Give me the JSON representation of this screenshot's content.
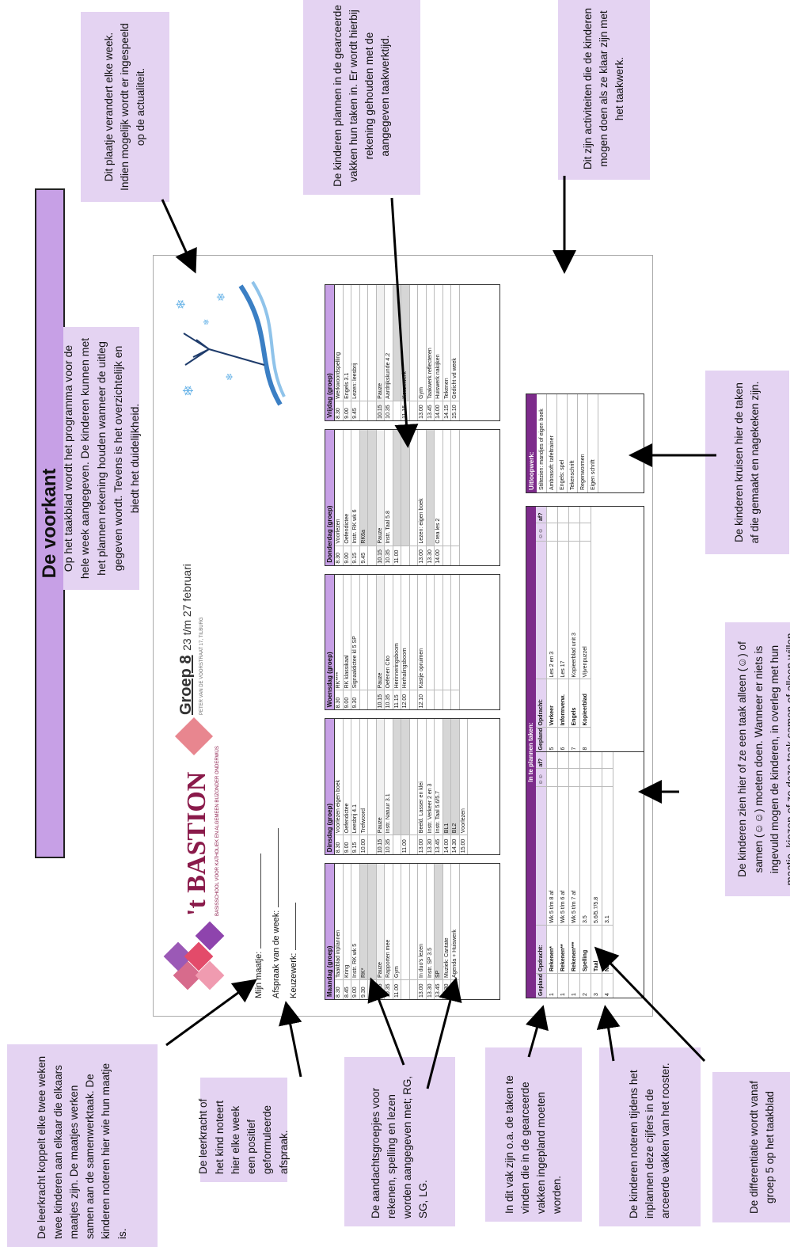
{
  "title": "De voorkant",
  "intro": "Op het taakblad wordt het programma voor de hele week aangegeven. De kinderen kunnen met het plannen rekening houden wanneer de uitleg gegeven wordt. Tevens is het overzichtelijk en biedt het duidelijkheid.",
  "callouts": {
    "plaatje": "Dit plaatje verandert elke week. Indien mogelijk wordt er ingespeeld op de actualiteit.",
    "plannen": "De kinderen plannen in de gearceerde vakken hun taken in. Er wordt hierbij rekening gehouden met de aangegeven taakwerktijd.",
    "uitloop": "Dit zijn activiteiten die de kinderen mogen doen als ze klaar zijn met het taakwerk.",
    "maatje": "De leerkracht koppelt elke twee weken twee kinderen aan elkaar die elkaars maatjes zijn. De maatjes werken samen aan de samenwerktaak. De kinderen noteren hier wie hun maatje is.",
    "afspraak": "De leerkracht of het kind noteert hier elke week een positief geformuleerde afspraak.",
    "aandacht": "De aandachtsgroepjes voor rekenen, spelling en lezen worden aangegeven met; RG, SG, LG.",
    "vak": "In dit vak zijn o.a. de taken te vinden die in de gearceerde vakken ingepland moeten worden.",
    "noteren": "De kinderen noteren tijdens het inplannen deze cijfers in de arceerde vakken van het rooster.",
    "differentiatie": "De differentiatie wordt vanaf groep 5 op het taakblad",
    "samen": "De kinderen zien hier of ze een taak alleen (☺) of samen (☺☺) moeten doen. Wanneer er niets is ingevuld mogen de kinderen, in overleg met hun maatje, kiezen of ze deze taak samen of alleen willen maken.",
    "kruisen": "De kinderen kruisen hier de taken af die gemaakt en nagekeken zijn."
  },
  "sheet": {
    "school": "'t BASTION",
    "school_sub": "BASISSCHOOL VOOR KATHOLIEK EN ALGEMEEN BIJZONDER ONDERWIJS",
    "group": "Groep 8",
    "period": "23 t/m 27 februari",
    "group_sub": "PETER VAN DE VOORSTRAAT 17, TILBURG",
    "fields": [
      "Mijn maatje:",
      "Afspraak van de week:",
      "Keuzewerk:"
    ],
    "days": [
      {
        "name": "Maandag (groep)",
        "rows": [
          {
            "t": "8.30",
            "a": "Taakblad inplannen"
          },
          {
            "t": "8.45",
            "a": "Kring"
          },
          {
            "t": "9.00",
            "a": "Instr. RK wk 5"
          },
          {
            "t": "9.30",
            "a": "RK*",
            "g": true
          },
          {
            "t": "",
            "a": "",
            "g": true
          },
          {
            "t": "10.15",
            "a": "Pauze",
            "b": true
          },
          {
            "t": "10.35",
            "a": "Rapporten mee"
          },
          {
            "t": "11.00",
            "a": "Gym"
          },
          {
            "t": "",
            "a": ""
          },
          {
            "t": "",
            "a": ""
          },
          {
            "t": "13.00",
            "a": "In duo's lezen"
          },
          {
            "t": "13.30",
            "a": "Instr. SP 3.5"
          },
          {
            "t": "13.45",
            "a": "SP",
            "g": true
          },
          {
            "t": "14.30",
            "a": "Muziek: Cantate"
          },
          {
            "t": "15.00",
            "a": "Agenda + Huiswerk"
          }
        ]
      },
      {
        "name": "Dinsdag (groep)",
        "rows": [
          {
            "t": "8.30",
            "a": "Voorlezen eigen boek"
          },
          {
            "t": "9.00",
            "a": "Oefendictee"
          },
          {
            "t": "9.15",
            "a": "Leesbrij 4.1"
          },
          {
            "t": "10.00",
            "a": "Trefwoord"
          },
          {
            "t": "",
            "a": ""
          },
          {
            "t": "10.15",
            "a": "Pauze",
            "b": true
          },
          {
            "t": "10.35",
            "a": "Instr. Natuur 3.1"
          },
          {
            "t": "",
            "a": "",
            "g": true
          },
          {
            "t": "11.00",
            "a": "",
            "g": true
          },
          {
            "t": "",
            "a": ""
          },
          {
            "t": "13.00",
            "a": "Beeld. Lasser en klei"
          },
          {
            "t": "13.30",
            "a": "Instr. Verkeer 2 en 3"
          },
          {
            "t": "13.45",
            "a": "Instr. Taal 5.6/5.7"
          },
          {
            "t": "14.00",
            "a": "BL1",
            "g": true
          },
          {
            "t": "14.30",
            "a": "BL2",
            "g": true
          },
          {
            "t": "15.00",
            "a": "Voorlezen"
          }
        ]
      },
      {
        "name": "Woensdag (groep)",
        "rows": [
          {
            "t": "8.30",
            "a": "RK****"
          },
          {
            "t": "9.00",
            "a": "RK klassikaal"
          },
          {
            "t": "9.30",
            "a": "Signaaldictee kl 5 SP"
          },
          {
            "t": "",
            "a": ""
          },
          {
            "t": "",
            "a": ""
          },
          {
            "t": "10.15",
            "a": "Pauze",
            "b": true
          },
          {
            "t": "10.35",
            "a": "Oefenen Cito"
          },
          {
            "t": "11.15",
            "a": "Herinneringsboom"
          },
          {
            "t": "12.00",
            "a": "Herhalingsboom"
          },
          {
            "t": "",
            "a": ""
          },
          {
            "t": "12.10",
            "a": "Kastje opruimen"
          },
          {
            "t": "",
            "a": ""
          },
          {
            "t": "",
            "a": ""
          },
          {
            "t": "",
            "a": ""
          },
          {
            "t": "",
            "a": ""
          }
        ]
      },
      {
        "name": "Donderdag (groep)",
        "rows": [
          {
            "t": "8.30",
            "a": "Voorlezen"
          },
          {
            "t": "9.00",
            "a": "Oefendictee"
          },
          {
            "t": "9.15",
            "a": "Instr. RK wk 6"
          },
          {
            "t": "9.45",
            "a": "RK6a",
            "g": true
          },
          {
            "t": "",
            "a": "",
            "g": true
          },
          {
            "t": "10.15",
            "a": "Pauze",
            "b": true
          },
          {
            "t": "10.35",
            "a": "Instr. Taal 5.8"
          },
          {
            "t": "11.00",
            "a": "",
            "g": true
          },
          {
            "t": "",
            "a": "",
            "g": true
          },
          {
            "t": "",
            "a": ""
          },
          {
            "t": "13.00",
            "a": "Lezen: eigen boek"
          },
          {
            "t": "13.30",
            "a": "",
            "g": true
          },
          {
            "t": "14.00",
            "a": "Crea les 2"
          },
          {
            "t": "",
            "a": ""
          },
          {
            "t": "",
            "a": ""
          }
        ]
      },
      {
        "name": "Vrijdag (groep)",
        "rows": [
          {
            "t": "8.30",
            "a": "Werkwoordspelling"
          },
          {
            "t": "9.00",
            "a": "Engels 3.1"
          },
          {
            "t": "9.45",
            "a": "Lezen: leesbrij"
          },
          {
            "t": "",
            "a": ""
          },
          {
            "t": "",
            "a": ""
          },
          {
            "t": "10.15",
            "a": "Pauze",
            "b": true
          },
          {
            "t": "10.35",
            "a": "Aardrijkskunde 4.2"
          },
          {
            "t": "",
            "a": "",
            "g": true
          },
          {
            "t": "11.15",
            "a": "Keuzewerk",
            "g": true
          },
          {
            "t": "",
            "a": ""
          },
          {
            "t": "13.00",
            "a": "Gym"
          },
          {
            "t": "13.45",
            "a": "Taakwerk reflecteren"
          },
          {
            "t": "14.00",
            "a": "Huiswerk nakijken"
          },
          {
            "t": "14.15",
            "a": "Tekenen"
          },
          {
            "t": "15.10",
            "a": "Gedicht vd week"
          }
        ]
      }
    ],
    "plan_title": "In te plannen taken:",
    "plan_headers": [
      "Gepland?",
      "Opdracht:",
      "",
      "☺☺",
      "af?"
    ],
    "plan_left": [
      {
        "n": "1",
        "v": "Rekenen*",
        "d": "Wk 5 t/m 8 af"
      },
      {
        "n": "1",
        "v": "Rekenen**",
        "d": "Wk 5 t/m 6 af"
      },
      {
        "n": "1",
        "v": "Rekenen***",
        "d": "Wk 5 t/m 7 af"
      },
      {
        "n": "2",
        "v": "Spelling",
        "d": "3.5"
      },
      {
        "n": "3",
        "v": "Taal",
        "d": "5.6/5.7/5.8"
      },
      {
        "n": "4",
        "v": "Natuur",
        "d": "3.1"
      }
    ],
    "plan_right": [
      {
        "n": "5",
        "v": "Verkeer",
        "d": "Les 2 en 3"
      },
      {
        "n": "6",
        "v": "Informverw.",
        "d": "Les 17"
      },
      {
        "n": "7",
        "v": "Engels",
        "d": "Kopieerblad unit 3"
      },
      {
        "n": "8",
        "v": "Kopieerblad",
        "d": "Vijvenpuzzel"
      }
    ],
    "uitloop_title": "Uitloopwerk:",
    "uitloop_items": [
      "Stiltezien: mandjes of eigen boek",
      "Ambrasoft: tafeltrainer",
      "Engels: spel",
      "Tekenschrift",
      "Regenwormen",
      "Eigen schrift"
    ]
  }
}
